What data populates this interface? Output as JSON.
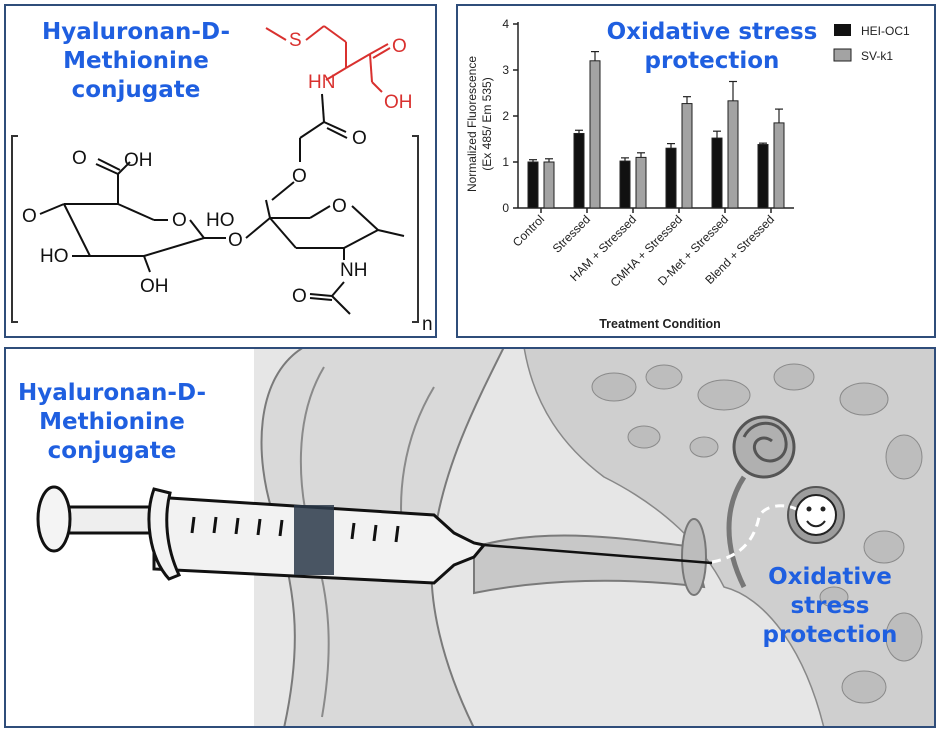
{
  "chem_panel": {
    "title_lines": [
      "Hyaluronan-D-",
      "Methionine",
      "conjugate"
    ],
    "atoms": {
      "S": "S",
      "HN": "HN",
      "OH": "OH",
      "O": "O",
      "HO": "HO",
      "NH": "NH",
      "n": "n"
    }
  },
  "chart_panel": {
    "title_lines": [
      "Oxidative stress",
      "protection"
    ]
  },
  "chart_data": {
    "type": "bar",
    "categories": [
      "Control",
      "Stressed",
      "HAM + Stressed",
      "CMHA + Stressed",
      "D-Met + Stressed",
      "Blend + Stressed"
    ],
    "series": [
      {
        "name": "HEI-OC1",
        "values": [
          1.0,
          1.62,
          1.02,
          1.3,
          1.52,
          1.38
        ],
        "errors": [
          0.05,
          0.07,
          0.07,
          0.1,
          0.15,
          0.03
        ],
        "color": "#111111"
      },
      {
        "name": "SV-k1",
        "values": [
          1.0,
          3.2,
          1.1,
          2.27,
          2.33,
          1.85
        ],
        "errors": [
          0.07,
          0.2,
          0.1,
          0.15,
          0.42,
          0.3
        ],
        "color": "#a3a3a3"
      }
    ],
    "xlabel": "Treatment Condition",
    "ylabel_lines": [
      "Normalized Fluorescence",
      "(Ex 485/ Em 535)"
    ],
    "ylim": [
      0,
      4
    ],
    "yticks": [
      0,
      1,
      2,
      3,
      4
    ],
    "grid": false,
    "legend": "top-right"
  },
  "ear_panel": {
    "left_title_lines": [
      "Hyaluronan-D-",
      "Methionine",
      "conjugate"
    ],
    "right_title_lines": [
      "Oxidative stress",
      "protection"
    ],
    "colors": {
      "accent": "#1f5fe0",
      "border": "#2f4d7a",
      "methionine": "#d9312f"
    }
  }
}
